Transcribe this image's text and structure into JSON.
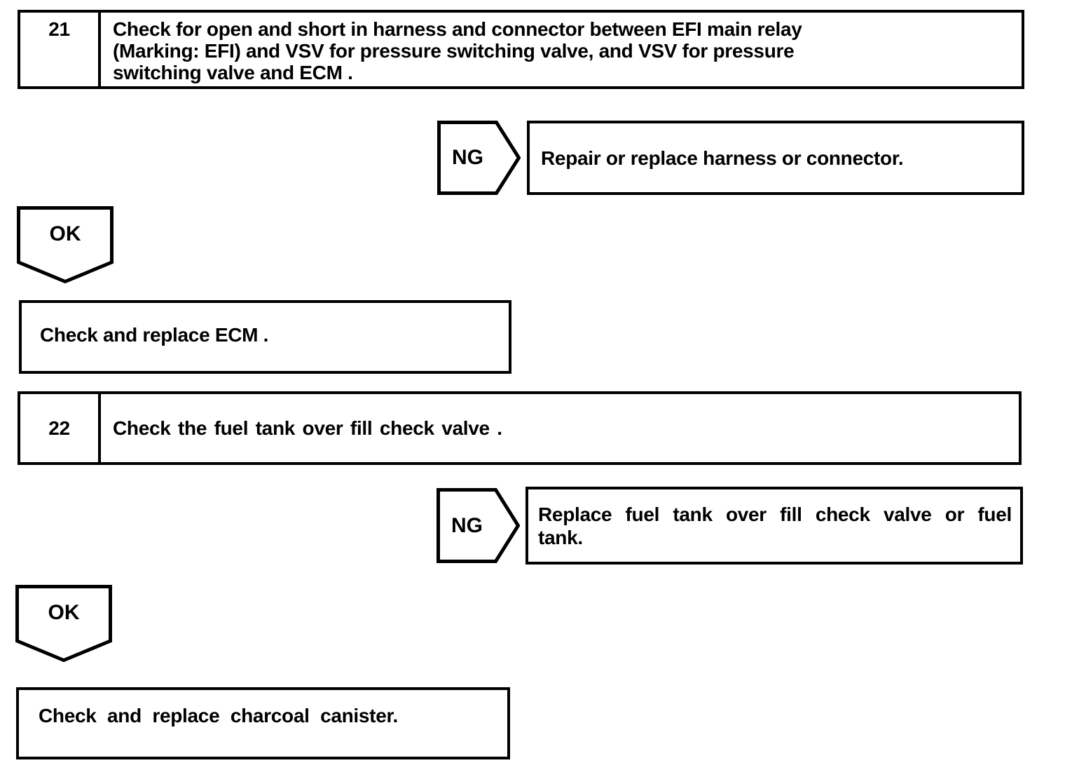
{
  "page": {
    "background": "#ffffff",
    "ink": "#000000"
  },
  "flowchart": {
    "steps": [
      {
        "number": "21",
        "instruction_lines": [
          "Check for open and short in harness and connector between EFI main relay",
          "(Marking: EFI) and VSV for pressure switching valve, and VSV for pressure",
          "switching valve and ECM ."
        ],
        "ng_label": "NG",
        "ng_action_lines": [
          "Repair or replace harness or connector."
        ],
        "ok_label": "OK",
        "ok_action_lines": [
          "Check and replace ECM ."
        ]
      },
      {
        "number": "22",
        "instruction_lines": [
          "Check the fuel tank over fill check valve ."
        ],
        "ng_label": "NG",
        "ng_action_lines": [
          "Replace fuel tank over fill check valve or fuel",
          "tank."
        ],
        "ok_label": "OK",
        "ok_action_lines": [
          "Check and replace charcoal canister."
        ]
      }
    ]
  }
}
